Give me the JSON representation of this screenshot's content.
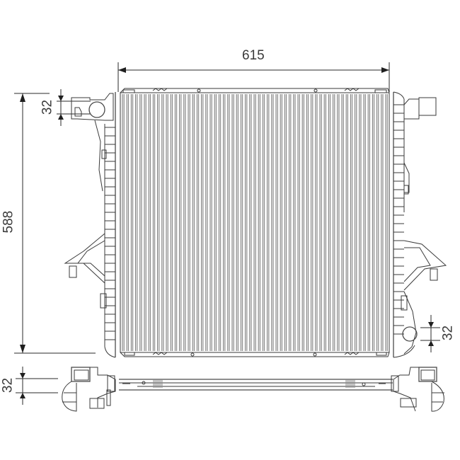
{
  "drawing": {
    "subject": "radiator",
    "views": [
      "front-view",
      "bottom-view"
    ],
    "colors": {
      "line": "#3a3a3a",
      "fin": "#6e6e6e",
      "background": "#ffffff"
    }
  },
  "dimensions": {
    "width": {
      "value": "615",
      "orientation": "horizontal"
    },
    "height": {
      "value": "588",
      "orientation": "vertical"
    },
    "inlet_diameter": {
      "value": "32",
      "orientation": "vertical",
      "position": "top-left"
    },
    "outlet_diameter": {
      "value": "32",
      "orientation": "vertical",
      "position": "bottom-right"
    },
    "bottom_view_pipe": {
      "value": "32",
      "orientation": "vertical",
      "position": "bottom-left"
    }
  }
}
